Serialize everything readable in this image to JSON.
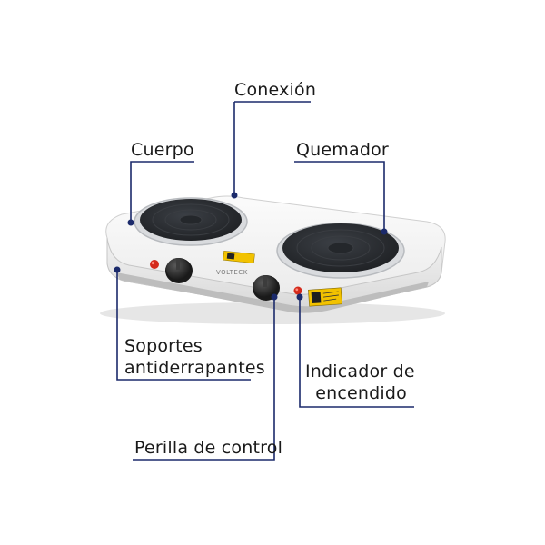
{
  "callouts": {
    "connection": "Conexión",
    "body": "Cuerpo",
    "burner": "Quemador",
    "non_slip_feet_line1": "Soportes",
    "non_slip_feet_line2": "antiderrapantes",
    "power_indicator_line1": "Indicador de",
    "power_indicator_line2": "encendido",
    "control_knob": "Perilla de control"
  },
  "product": {
    "brand_text": "VOLTECK"
  },
  "colors": {
    "leader_line": "#1b2a6b",
    "leader_dot": "#1b2a6b",
    "body": "#f4f4f4",
    "burner": "#2a2d31",
    "burner_rim": "#c9ccd0",
    "knob": "#2b2b2b",
    "indicator_light": "#d42a1c",
    "warning_label": "#f2c200"
  }
}
